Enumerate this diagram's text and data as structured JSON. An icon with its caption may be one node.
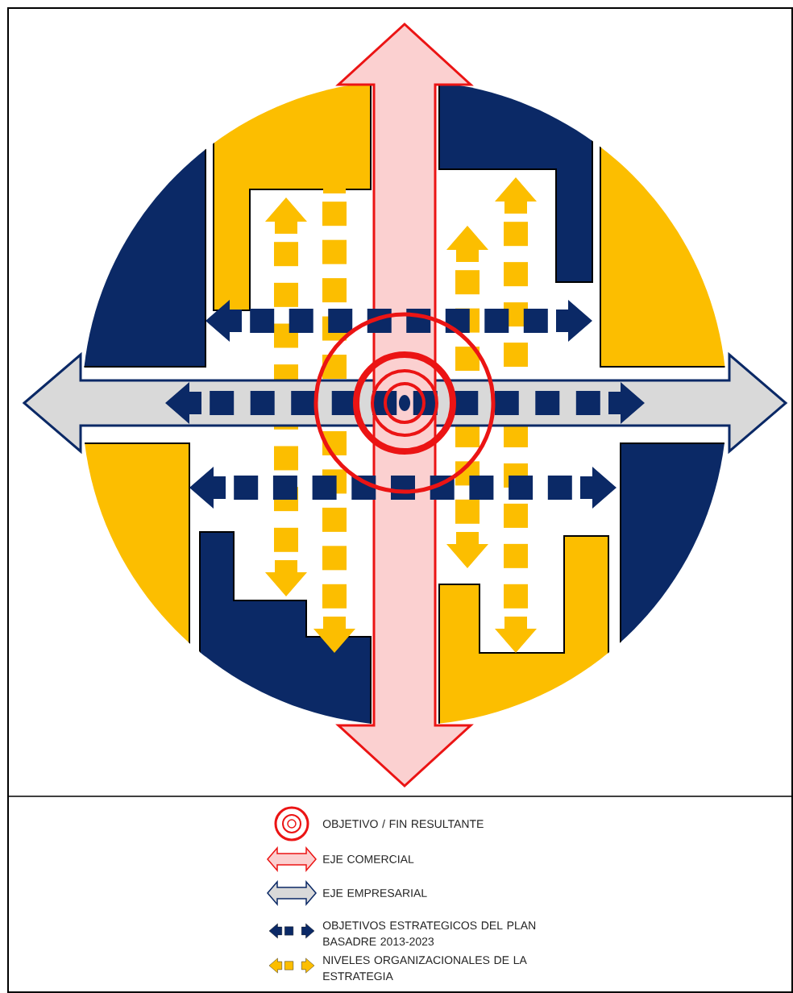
{
  "diagram": {
    "legend": [
      {
        "text": "OBJETIVO / FIN RESULTANTE"
      },
      {
        "text": "EJE COMERCIAL"
      },
      {
        "text": "EJE EMPRESARIAL"
      },
      {
        "text": "OBJETIVOS ESTRATEGICOS DEL PLAN BASADRE 2013-2023"
      },
      {
        "text": "NIVELES ORGANIZACIONALES DE LA ESTRATEGIA"
      }
    ]
  }
}
